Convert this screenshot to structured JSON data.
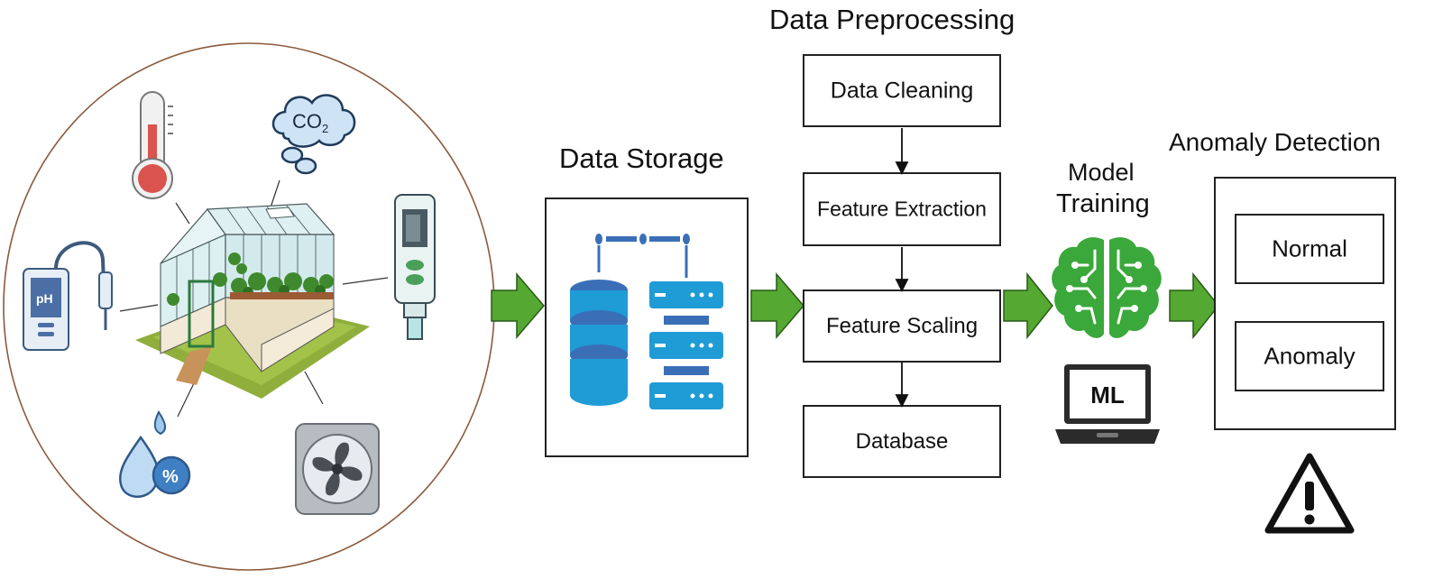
{
  "sensors": {
    "co2_label_main": "CO",
    "co2_label_sub": "2",
    "ph_label": "pH",
    "humidity_label": "%"
  },
  "storage": {
    "title": "Data Storage"
  },
  "preprocessing": {
    "title": "Data Preprocessing",
    "steps": [
      "Data Cleaning",
      "Feature Extraction",
      "Feature Scaling",
      "Database"
    ]
  },
  "training": {
    "title_line1": "Model",
    "title_line2": "Training",
    "laptop_label": "ML"
  },
  "detection": {
    "title": "Anomaly Detection",
    "outputs": [
      "Normal",
      "Anomaly"
    ]
  },
  "colors": {
    "arrow_green": "#55a832",
    "storage_blue": "#3a6fb8",
    "storage_cyan": "#1f9bd6",
    "brain_green": "#3aa83a",
    "circle_border": "#8b5a3c"
  }
}
